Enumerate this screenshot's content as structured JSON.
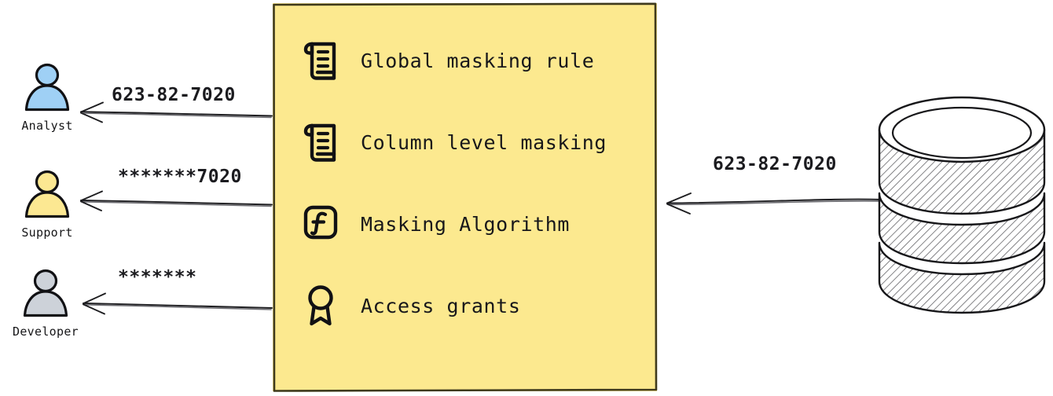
{
  "diagram": {
    "type": "data-masking-flow",
    "background": "#ffffff"
  },
  "actors": [
    {
      "id": "analyst",
      "label": "Analyst",
      "icon": "user-icon",
      "color": "#9fd0f5",
      "outflow_value": "623-82-7020"
    },
    {
      "id": "support",
      "label": "Support",
      "icon": "user-icon",
      "color": "#fce892",
      "outflow_value": "*******7020"
    },
    {
      "id": "developer",
      "label": "Developer",
      "icon": "user-icon",
      "color": "#cdd2d9",
      "outflow_value": "*******"
    }
  ],
  "panel": {
    "name": "masking-policy-panel",
    "background": "#fce98f",
    "border_color": "#3f3a1c",
    "items": [
      {
        "icon": "scroll-icon",
        "label": "Global masking rule"
      },
      {
        "icon": "scroll-icon",
        "label": "Column level masking"
      },
      {
        "icon": "function-icon",
        "label": "Masking Algorithm"
      },
      {
        "icon": "award-icon",
        "label": "Access grants"
      }
    ]
  },
  "database": {
    "name": "database-cylinder",
    "icon": "database-icon",
    "inflow_value": "623-82-7020"
  }
}
